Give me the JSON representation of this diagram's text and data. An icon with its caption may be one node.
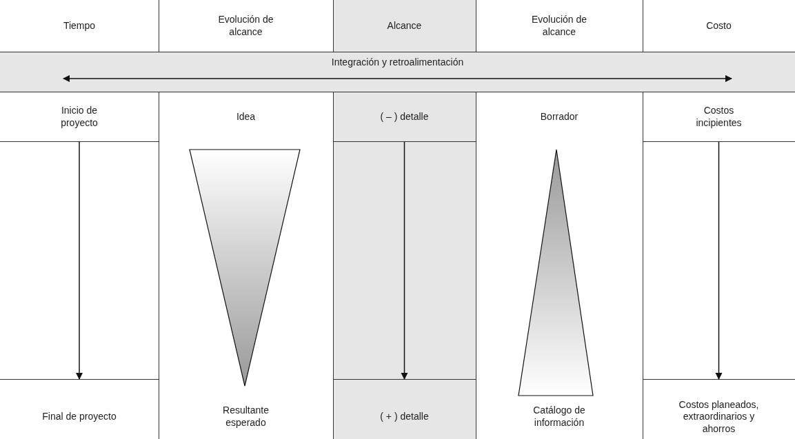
{
  "diagram": {
    "nodes": [
      {
        "text": [
          "Tiempo"
        ]
      },
      {
        "text": [
          "Evolución de alcance"
        ]
      },
      {
        "text": [
          "Alcance"
        ]
      },
      {
        "text": [
          "Evolución de alcance"
        ]
      },
      {
        "text": [
          "Costo"
        ]
      },
      {
        "text": [
          "Integración y retroalimentación"
        ]
      },
      {
        "text": [
          "Inicio de proyecto"
        ]
      },
      {
        "text": [
          "Idea"
        ]
      },
      {
        "text": [
          "( – ) detalle"
        ]
      },
      {
        "text": [
          "Borrador"
        ]
      },
      {
        "text": [
          "Costos incipientes"
        ]
      },
      {
        "text": [
          "Final de proyecto"
        ]
      },
      {
        "text": [
          "Resultante esperado"
        ]
      },
      {
        "text": [
          "( + ) detalle"
        ]
      },
      {
        "text": [
          "Catálogo de información"
        ]
      },
      {
        "text": [
          "Costos planeados, extraordinarios y ahorros"
        ]
      }
    ],
    "edges": [
      {
        "from": 6,
        "to": 11,
        "arrow": "to"
      },
      {
        "from": 8,
        "to": 13,
        "arrow": "to"
      },
      {
        "from": 10,
        "to": 15,
        "arrow": "to"
      }
    ]
  }
}
